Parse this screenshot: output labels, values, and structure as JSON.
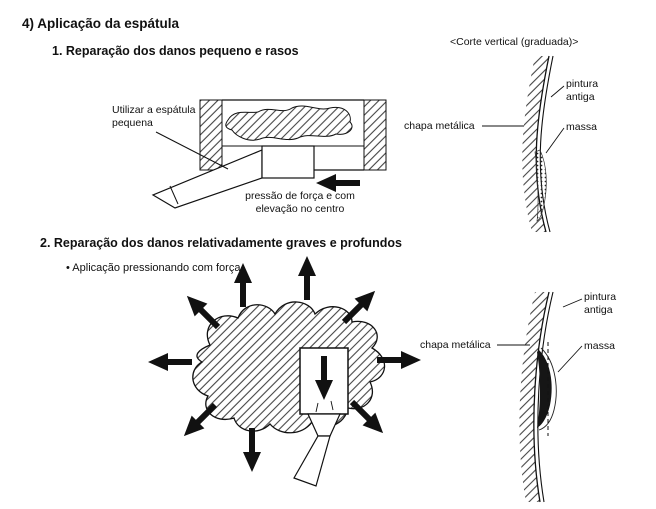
{
  "document": {
    "heading": "4) Aplicação da espátula",
    "section1": {
      "title": "1. Reparação dos danos pequeno e rasos",
      "spatula_label_line1": "Utilizar a espátula",
      "spatula_label_line2": "pequena",
      "pressure_label_line1": "pressão de força e com",
      "pressure_label_line2": "elevação no centro"
    },
    "cross_section_top": {
      "title": "<Corte vertical (graduada)>",
      "labels": {
        "old_paint": "pintura antiga",
        "metal_sheet": "chapa metálica",
        "putty": "massa"
      }
    },
    "section2": {
      "title": "2. Reparação dos danos relativadamente graves e profundos",
      "bullet": "• Aplicação pressionando com força"
    },
    "cross_section_bottom": {
      "labels": {
        "old_paint": "pintura antiga",
        "metal_sheet": "chapa metálica",
        "putty": "massa"
      }
    },
    "colors": {
      "ink": "#111111"
    }
  }
}
